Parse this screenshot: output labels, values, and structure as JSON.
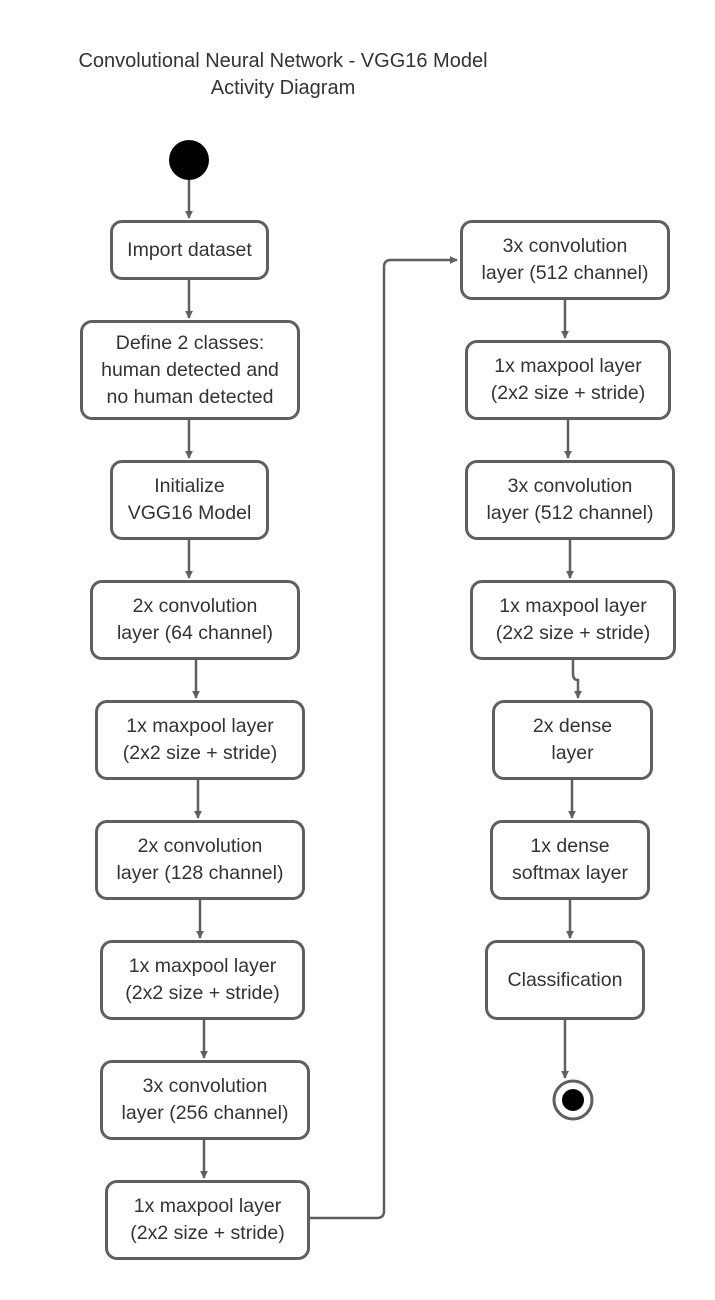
{
  "diagram": {
    "title_line1": "Convolutional Neural Network - VGG16 Model",
    "title_line2": "Activity Diagram",
    "nodes": {
      "import_dataset": "Import dataset",
      "define_classes": "Define 2 classes:\nhuman detected and\nno human detected",
      "init_model": "Initialize\nVGG16 Model",
      "conv_64": "2x convolution\nlayer (64 channel)",
      "maxpool_1": "1x maxpool layer\n(2x2 size + stride)",
      "conv_128": "2x convolution\nlayer (128 channel)",
      "maxpool_2": "1x maxpool layer\n(2x2 size + stride)",
      "conv_256": "3x convolution\nlayer (256 channel)",
      "maxpool_3": "1x maxpool layer\n(2x2 size + stride)",
      "conv_512_a": "3x convolution\nlayer (512 channel)",
      "maxpool_4": "1x maxpool layer\n(2x2 size + stride)",
      "conv_512_b": "3x convolution\nlayer (512 channel)",
      "maxpool_5": "1x maxpool layer\n(2x2 size + stride)",
      "dense_2x": "2x dense\nlayer",
      "dense_softmax": "1x dense\nsoftmax layer",
      "classification": "Classification"
    }
  },
  "colors": {
    "line": "#5f5f5f",
    "text": "#333333",
    "start_node": "#000000"
  }
}
